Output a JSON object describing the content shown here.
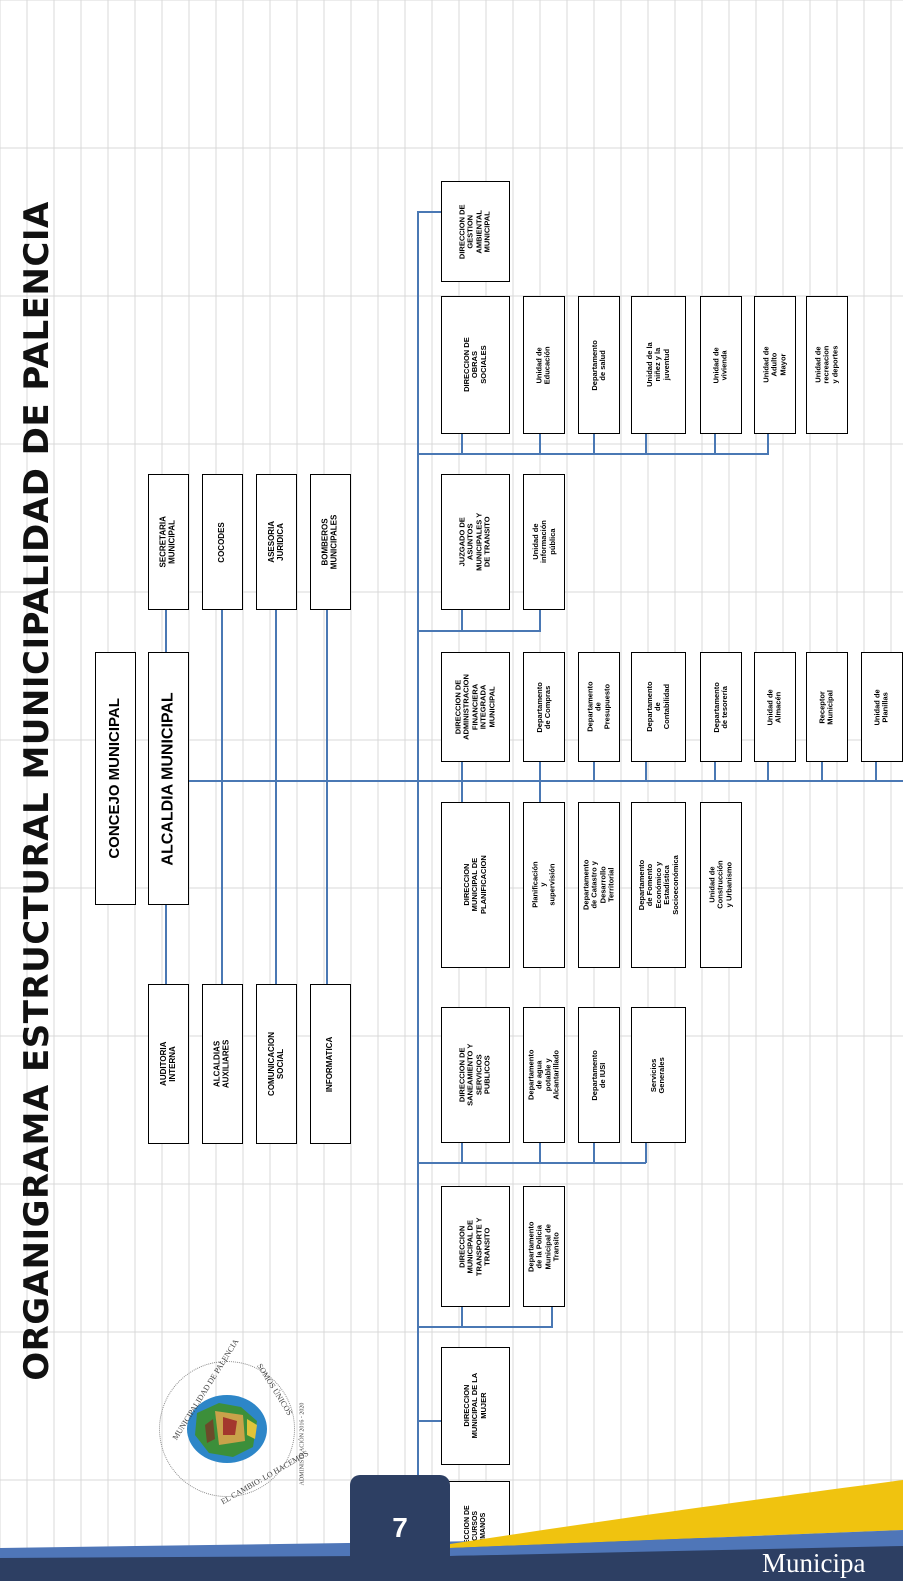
{
  "title": "ORGANIGRAMA ESTRUCTURAL MUNICIPALIDAD DE PALENCIA",
  "page_number": "7",
  "footer_text": "Municipa",
  "seal": {
    "text_top": "MUNICIPALIDAD DE PALENCIA",
    "text_right": "SOMOS ÚNICOS",
    "text_bottom": "EL CAMBIO: LO HACEMOS",
    "text_admin": "ADMINISTRACIÓN 2016 - 2020"
  },
  "colors": {
    "connector": "#4a78b4",
    "grid": "#d9d9d9",
    "footer_dark": "#2d3f63",
    "footer_mid": "#4f76b8",
    "footer_gold": "#f0c30f"
  },
  "nodes": {
    "concejo": "CONCEJO MUNICIPAL",
    "alcaldia": "ALCALDIA MUNICIPAL",
    "secretaria": "SECRETARIA MUNICIPAL",
    "cocodes": "COCODES",
    "asesoria": "ASESORIA JURIDICA",
    "bomberos": "BOMBEROS MUNICIPALES",
    "auditoria": "AUDITORIA INTERNA",
    "alcaldias_aux": "ALCALDIAS AUXILIARES",
    "comunicacion": "COMUNICACION SOCIAL",
    "informatica": "INFORMATICA",
    "d_gestion_ambiental": "DIRECCION DE GESTION AMBIENTAL MUNICIPAL",
    "d_obras_sociales": "DIRECCION DE OBRAS SOCIALES",
    "u_educacion": "Unidad de Educación",
    "dep_salud": "Departamento de salud",
    "u_ninez": "Unidad de la niñez y la juventud",
    "u_vivienda": "Unidad de vivienda",
    "u_adulto_mayor": "Unidad de Adulto Mayor",
    "u_recreacion": "Unidad de recreacion y deportes",
    "juzgado": "JUZGADO DE ASUNTOS MUNICIPALES Y DE TRANSITO",
    "u_info_publica": "Unidad de información pública",
    "daf": "DIRECCION DE ADMINISTRACION FINANCIERA INTEGRADA MUNICIPAL",
    "dep_compras": "Departamento de Compras",
    "dep_presupuesto": "Departamento de Presupuesto",
    "dep_contabilidad": "Departamento de Contabilidad",
    "dep_tesoreria": "Departamento de tesorería",
    "u_almacen": "Unidad de Almacén",
    "receptor": "Receptor Municipal",
    "u_planillas": "Unidad de Planillas",
    "dmp": "DIRECCION MUNICIPAL DE PLANIFICACION",
    "planificacion": "Planificación y supervisión",
    "dep_catastro": "Departamento de Catastro y Desarrollo Territorial",
    "dep_fomento": "Departamento de Fomento Económico y Estadística Socioeconómica",
    "u_construccion": "Unidad de Construcción y Urbanismo",
    "d_saneamiento": "DIRECCION DE SANEAMIENTO Y SERVICIOS PUBLICOS",
    "dep_agua": "Departamento de agua potable y Alcantarillado",
    "dep_iusi": "Departamento de IUSI",
    "servicios": "Servicios Generales",
    "d_transito": "DIRECCION MUNICIPAL DE TRANSPORTE Y TRANSITO",
    "dep_policia": "Departamento de la Policia Municipal de Transito",
    "d_mujer": "DIRECCION MUNICIPAL DE LA MUJER",
    "d_rrhh": "DIRECCION DE RECURSOS HUMANOS"
  }
}
